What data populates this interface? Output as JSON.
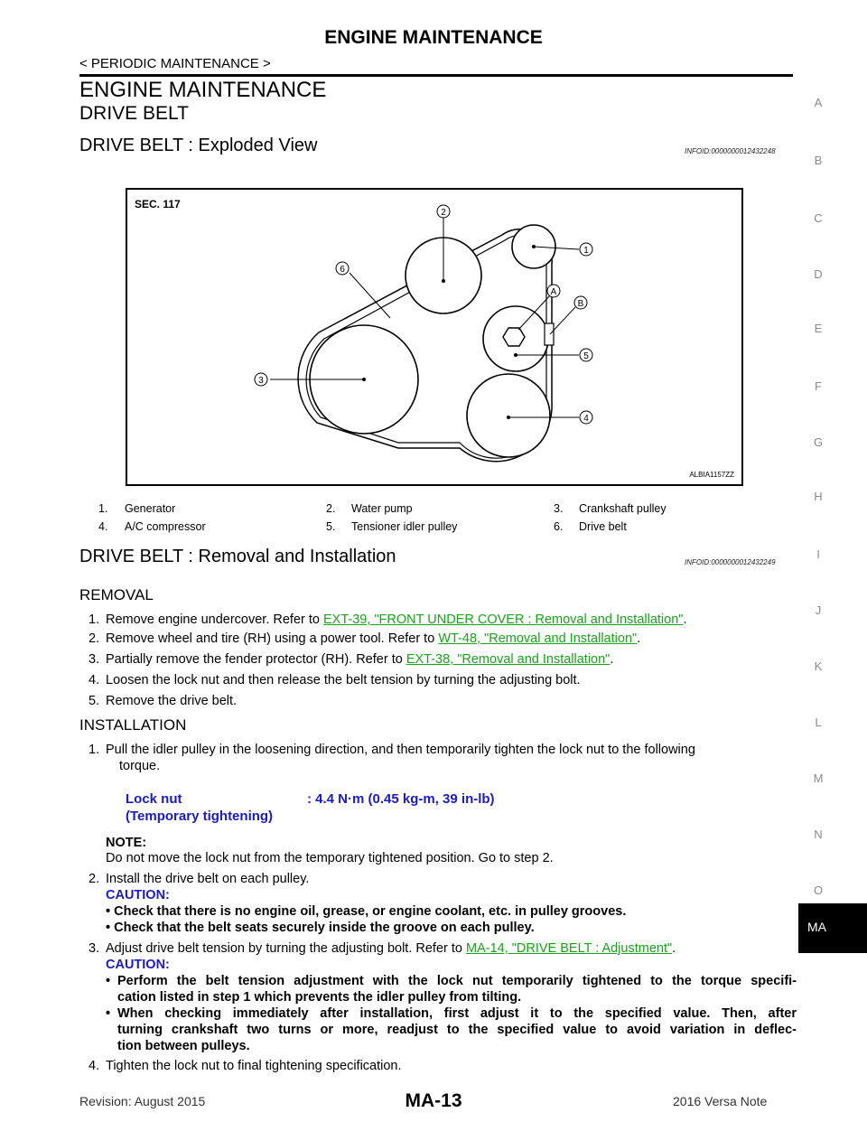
{
  "header": {
    "title": "ENGINE MAINTENANCE",
    "subtitle": "< PERIODIC MAINTENANCE >"
  },
  "side_index": [
    "A",
    "B",
    "C",
    "D",
    "E",
    "F",
    "G",
    "H",
    "I",
    "J",
    "K",
    "L",
    "M",
    "N",
    "O"
  ],
  "side_tab": "MA",
  "main_title": "ENGINE MAINTENANCE",
  "section_title": "DRIVE BELT",
  "exploded": {
    "title": "DRIVE BELT : Exploded View",
    "infoid": "INFOID:0000000012432248",
    "sec_label": "SEC. 117",
    "image_code": "ALBIA1157ZZ",
    "callouts": [
      "1",
      "2",
      "3",
      "4",
      "5",
      "6",
      "A",
      "B"
    ],
    "legend": [
      {
        "num": "1.",
        "name": "Generator"
      },
      {
        "num": "2.",
        "name": "Water pump"
      },
      {
        "num": "3.",
        "name": "Crankshaft pulley"
      },
      {
        "num": "4.",
        "name": "A/C compressor"
      },
      {
        "num": "5.",
        "name": "Tensioner idler pulley"
      },
      {
        "num": "6.",
        "name": "Drive belt"
      }
    ]
  },
  "removal_install": {
    "title": "DRIVE BELT : Removal and Installation",
    "infoid": "INFOID:0000000012432249",
    "removal_heading": "REMOVAL",
    "removal_steps": [
      {
        "num": "1.",
        "text": "Remove engine undercover. Refer to ",
        "link": "EXT-39, \"FRONT UNDER COVER : Removal and Installation\"",
        "tail": "."
      },
      {
        "num": "2.",
        "text": "Remove wheel and tire (RH) using a power tool. Refer to ",
        "link": "WT-48, \"Removal and Installation\"",
        "tail": "."
      },
      {
        "num": "3.",
        "text": "Partially remove the fender protector (RH). Refer to ",
        "link": "EXT-38, \"Removal and Installation\"",
        "tail": "."
      },
      {
        "num": "4.",
        "text": "Loosen the lock nut and then release the belt tension by turning the adjusting bolt."
      },
      {
        "num": "5.",
        "text": "Remove the drive belt."
      }
    ],
    "install_heading": "INSTALLATION",
    "step1_num": "1.",
    "step1_line1": "Pull the idler pulley in the loosening direction, and then temporarily tighten the lock nut to the following",
    "step1_line2": "torque.",
    "spec_label_1": "Lock nut",
    "spec_label_2": "(Temporary tightening)",
    "spec_value": ": 4.4 N·m (0.45 kg-m, 39 in-lb)",
    "note_label": "NOTE:",
    "note_text": "Do not move the lock nut from the temporary tightened position. Go to step 2.",
    "step2_num": "2.",
    "step2_text": "Install the drive belt on each pulley.",
    "caution_label": "CAUTION:",
    "step2_cautions": [
      "Check that there is no engine oil, grease, or engine coolant, etc. in pulley grooves.",
      "Check that the belt seats securely inside the groove on each pulley."
    ],
    "step3_num": "3.",
    "step3_text": "Adjust drive belt tension by turning the adjusting bolt. Refer to ",
    "step3_link": "MA-14, \"DRIVE BELT : Adjustment\"",
    "step3_tail": ".",
    "step3_caution1_l1": "Perform the belt tension adjustment with the lock nut temporarily tightened to the torque specifi-",
    "step3_caution1_l2": "cation listed in step 1 which prevents the idler pulley from tilting.",
    "step3_caution2_l1": "When checking immediately after installation, first adjust it to the specified value. Then, after",
    "step3_caution2_l2": "turning crankshaft two turns or more, readjust to the specified value to avoid variation in deflec-",
    "step3_caution2_l3": "tion between pulleys.",
    "step4_num": "4.",
    "step4_text": "Tighten the lock nut to final tightening specification."
  },
  "footer": {
    "page": "MA-13",
    "revision": "Revision: August 2015",
    "model": "2016 Versa Note"
  }
}
